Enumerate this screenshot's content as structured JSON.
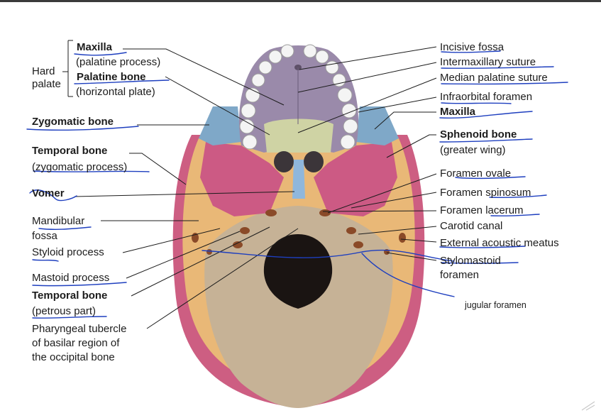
{
  "colors": {
    "maxilla": "#9a8aaa",
    "palatine": "#cfd3a4",
    "zygomatic": "#7fa8c8",
    "temporal": "#e9b877",
    "sphenoid": "#cc5a84",
    "vomer": "#8fb7dc",
    "occipital": "#c6b296",
    "parietal": "#cd5e82",
    "annotation_ink": "#1e3fbf",
    "leader_line": "#1c1c1c"
  },
  "left_labels": {
    "hard_palate_line1": "Hard",
    "hard_palate_line2": "palate",
    "maxilla": "Maxilla",
    "maxilla_sub": "(palatine process)",
    "palatine_bone": "Palatine bone",
    "palatine_sub": "(horizontal plate)",
    "zygomatic_bone": "Zygomatic bone",
    "temporal_bone": "Temporal bone",
    "temporal_sub": "(zygomatic process)",
    "vomer": "Vomer",
    "mandibular_fossa_line1": "Mandibular",
    "mandibular_fossa_line2": "fossa",
    "styloid_process": "Styloid process",
    "mastoid_process": "Mastoid process",
    "temporal_bone_2": "Temporal bone",
    "petrous_sub": "(petrous part)",
    "pharyngeal_line1": "Pharyngeal tubercle",
    "pharyngeal_line2": "of basilar region of",
    "pharyngeal_line3": "the occipital bone"
  },
  "right_labels": {
    "incisive_fossa": "Incisive fossa",
    "intermaxillary_suture": "Intermaxillary suture",
    "median_palatine_suture": "Median palatine suture",
    "infraorbital_foramen": "Infraorbital foramen",
    "maxilla": "Maxilla",
    "sphenoid_bone": "Sphenoid bone",
    "sphenoid_sub": "(greater wing)",
    "foramen_ovale": "Foramen ovale",
    "foramen_spinosum": "Foramen spinosum",
    "foramen_lacerum": "Foramen lacerum",
    "carotid_canal": "Carotid canal",
    "external_acoustic_meatus": "External acoustic meatus",
    "stylomastoid_line1": "Stylomastoid",
    "stylomastoid_line2": "foramen",
    "jugular_foramen": "jugular foramen"
  }
}
